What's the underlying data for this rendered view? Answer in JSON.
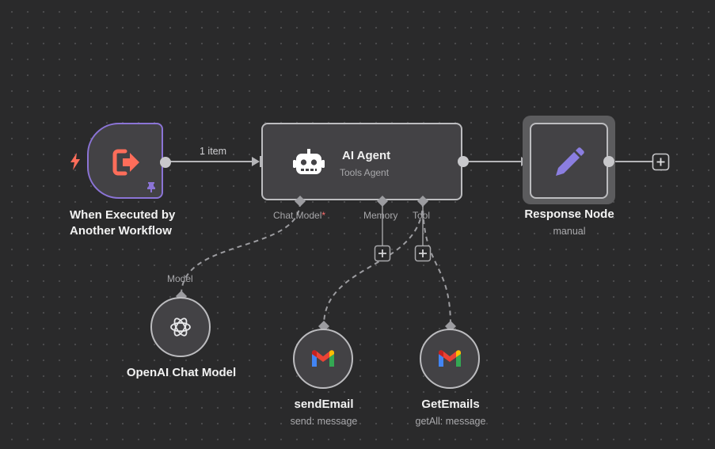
{
  "canvas": {
    "background": "#2a2a2b",
    "node_fill": "#434245",
    "node_border": "#bcbcbf",
    "trigger_border": "#8b74d6",
    "accent_orange": "#ff6d5a",
    "accent_purple": "#8b74d6",
    "pencil_color": "#8b7ee0"
  },
  "nodes": {
    "trigger": {
      "title_line1": "When Executed by",
      "title_line2": "Another Workflow",
      "icon": "sign-out-arrow-icon",
      "badge_icon": "pin-icon",
      "trigger_icon": "lightning-bolt-icon"
    },
    "agent": {
      "title": "AI Agent",
      "subtitle": "Tools Agent",
      "icon": "robot-icon",
      "ports": {
        "chat_model": "Chat Model",
        "chat_model_required": "*",
        "memory": "Memory",
        "tool": "Tool"
      }
    },
    "response": {
      "title": "Response Node",
      "subtitle": "manual",
      "icon": "pencil-icon"
    },
    "openai": {
      "title": "OpenAI Chat Model",
      "port_label": "Model",
      "icon": "openai-icon"
    },
    "send_email": {
      "title": "sendEmail",
      "subtitle": "send: message",
      "icon": "gmail-icon"
    },
    "get_emails": {
      "title": "GetEmails",
      "subtitle": "getAll: message",
      "icon": "gmail-icon"
    }
  },
  "edges": {
    "trigger_to_agent_label": "1 item"
  }
}
